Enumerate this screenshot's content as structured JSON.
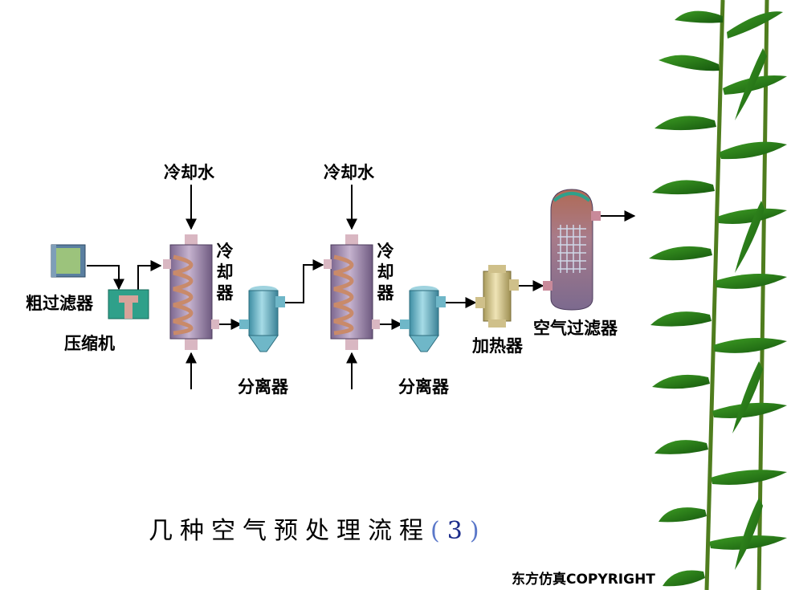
{
  "labels": {
    "cooling_water_1": "冷却水",
    "cooling_water_2": "冷却水",
    "cooler_1": "冷却器",
    "cooler_2": "冷却器",
    "coarse_filter": "粗过滤器",
    "compressor": "压缩机",
    "separator_1": "分离器",
    "separator_2": "分离器",
    "heater": "加热器",
    "air_filter": "空气过滤器"
  },
  "title": {
    "text": "几种空气预处理流程",
    "open_paren": "(",
    "number": "3",
    "close_paren": ")"
  },
  "copyright": "东方仿真COPYRIGHT",
  "colors": {
    "background": "#ffffff",
    "cooler_shell": "#a58eb0",
    "coil": "#c98a6a",
    "separator": "#6fb7c8",
    "compressor": "#2fa08a",
    "heater": "#d8c98a",
    "air_filter": "#8a6f8a",
    "bamboo": "#2f8a1f",
    "title_number": "#1a2b8a"
  }
}
